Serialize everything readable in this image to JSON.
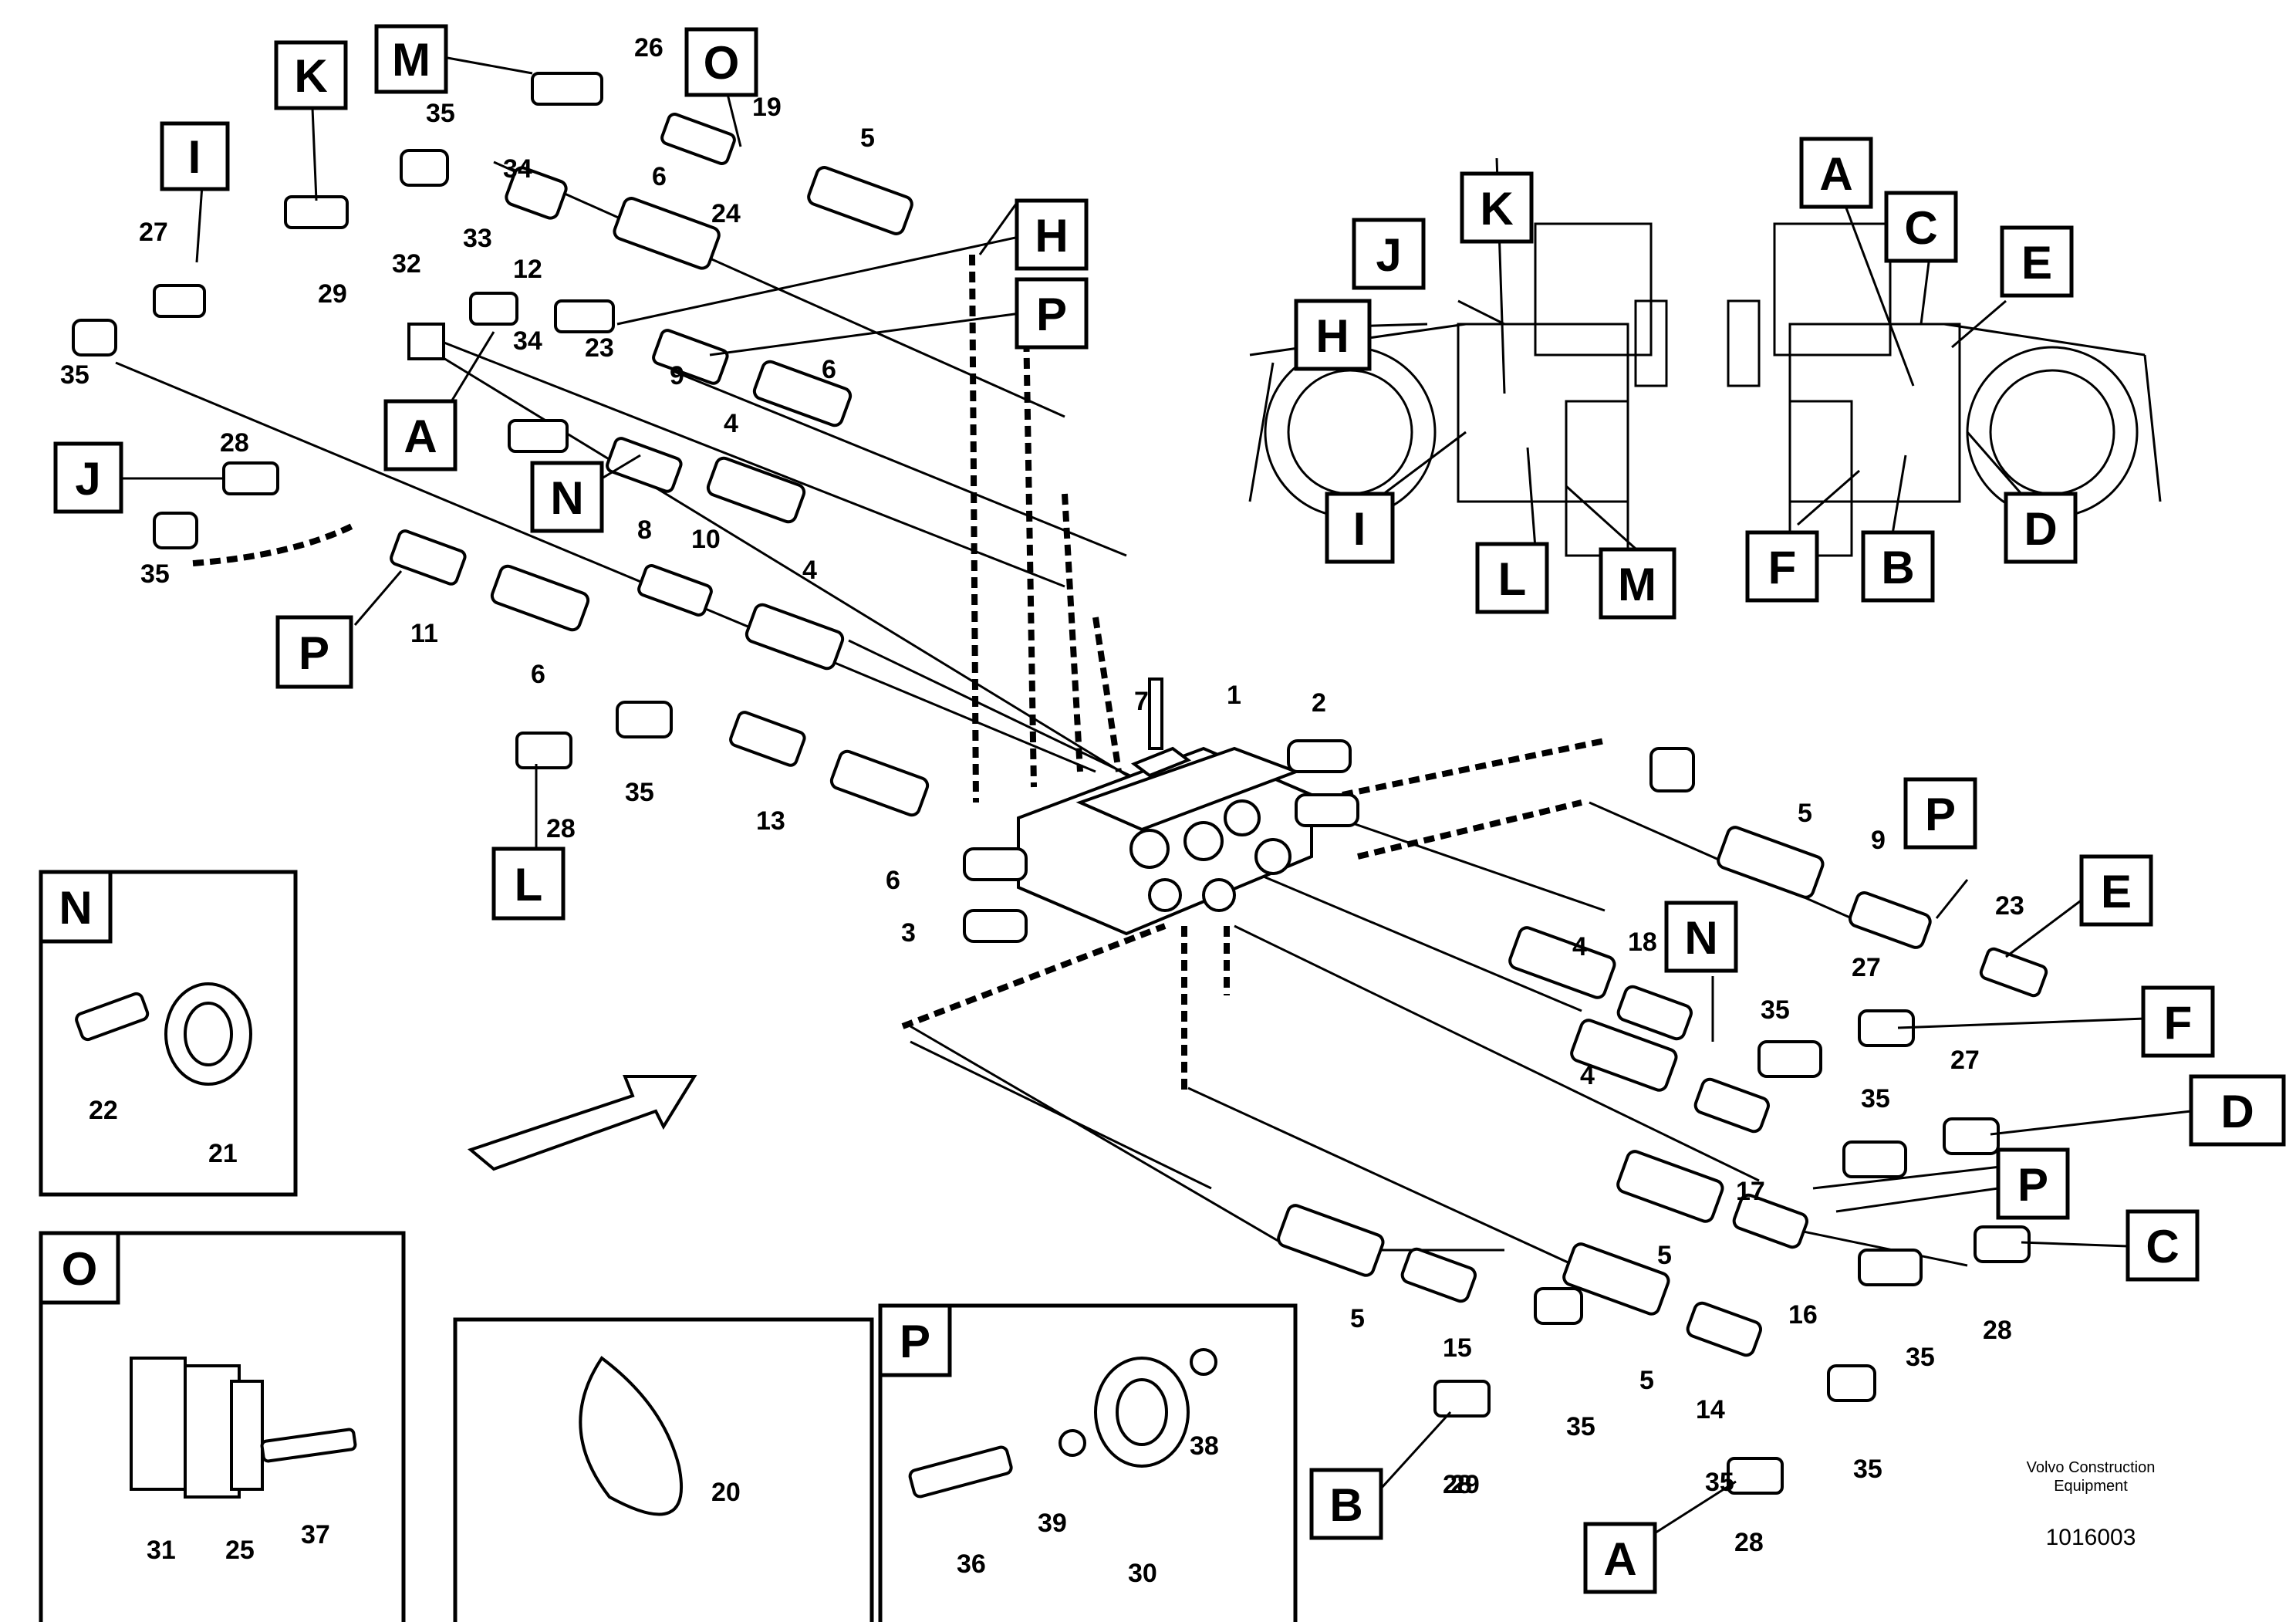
{
  "callouts": {
    "n1": "1",
    "n2": "2",
    "n3": "3",
    "n4a": "4",
    "n4b": "4",
    "n4c": "4",
    "n4d": "4",
    "n5a": "5",
    "n5b": "5",
    "n5c": "5",
    "n5d": "5",
    "n5e": "5",
    "n6a": "6",
    "n6b": "6",
    "n6c": "6",
    "n6d": "6",
    "n7": "7",
    "n8": "8",
    "n9a": "9",
    "n9b": "9",
    "n10": "10",
    "n11": "11",
    "n12": "12",
    "n13": "13",
    "n14": "14",
    "n15": "15",
    "n16": "16",
    "n17": "17",
    "n18": "18",
    "n19": "19",
    "n20": "20",
    "n21": "21",
    "n22": "22",
    "n23a": "23",
    "n23b": "23",
    "n24": "24",
    "n25": "25",
    "n26": "26",
    "n27a": "27",
    "n27b": "27",
    "n27c": "27",
    "n28a": "28",
    "n28b": "28",
    "n28c": "28",
    "n28d": "28",
    "n28e": "28",
    "n29a": "29",
    "n29b": "29",
    "n30": "30",
    "n31": "31",
    "n32": "32",
    "n33": "33",
    "n34a": "34",
    "n34b": "34",
    "n35a": "35",
    "n35b": "35",
    "n35c": "35",
    "n35d": "35",
    "n35e": "35",
    "n35f": "35",
    "n35g": "35",
    "n35h": "35",
    "n35i": "35",
    "n35j": "35",
    "n36": "36",
    "n37": "37",
    "n38": "38",
    "n39": "39"
  },
  "reference_boxes": {
    "M": "M",
    "O": "O",
    "K": "K",
    "I": "I",
    "H": "H",
    "P1": "P",
    "A1": "A",
    "N1": "N",
    "J1": "J",
    "P2": "P",
    "L1": "L",
    "P3": "P",
    "E1": "E",
    "N2": "N",
    "F1": "F",
    "D1": "D",
    "P4": "P",
    "C1": "C",
    "B1": "B",
    "A2": "A",
    "J2": "J",
    "K2": "K",
    "H2": "H",
    "I2": "I",
    "L2": "L",
    "M2": "M",
    "A3": "A",
    "C2": "C",
    "E2": "E",
    "F2": "F",
    "B2": "B",
    "D2": "D"
  },
  "detail_insets": {
    "N": {
      "label": "N"
    },
    "O": {
      "label": "O"
    },
    "P": {
      "label": "P"
    }
  },
  "footer": {
    "brand_line1": "Volvo Construction",
    "brand_line2": "Equipment",
    "document_number": "1016003"
  }
}
